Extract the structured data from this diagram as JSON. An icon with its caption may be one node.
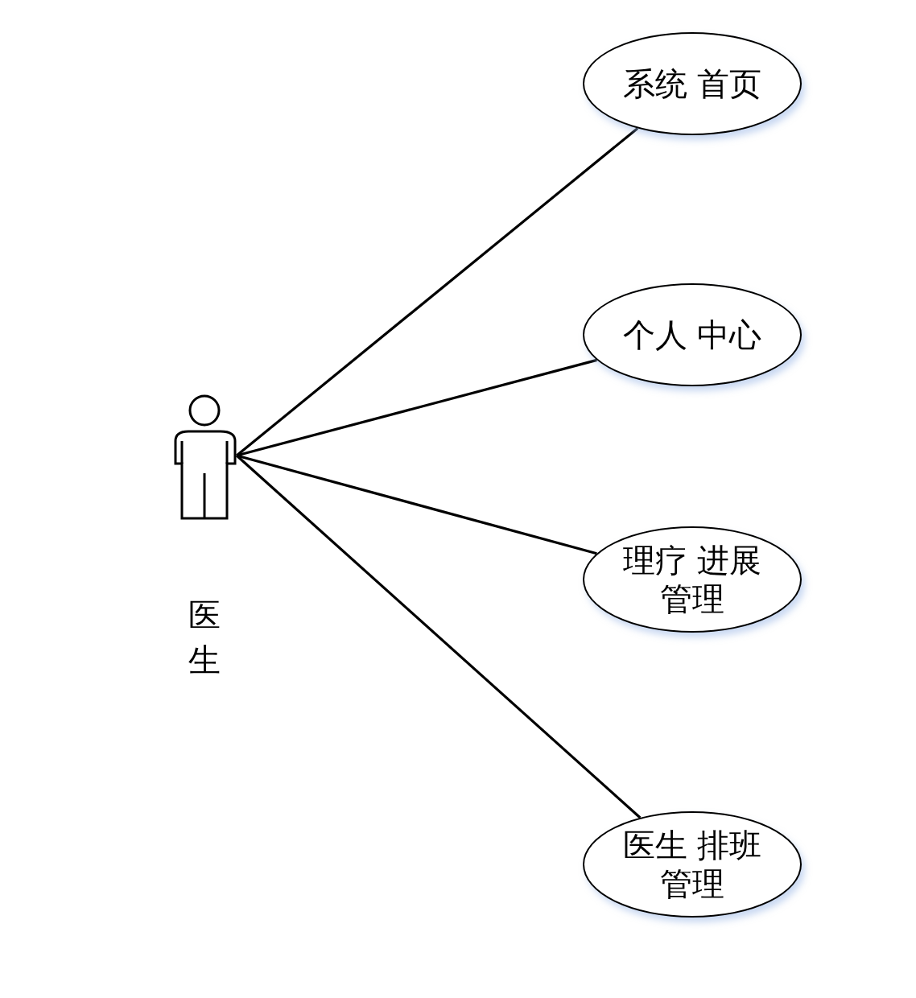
{
  "diagram": {
    "nodes": [
      {
        "text": [
          "医生"
        ]
      },
      {
        "text": [
          "系统 首页"
        ]
      },
      {
        "text": [
          "个人 中心"
        ]
      },
      {
        "text": [
          "理疗 进展管理"
        ]
      },
      {
        "text": [
          "医生 排班管理"
        ]
      }
    ],
    "edges": [
      {
        "from": 0,
        "to": 1,
        "arrow": "none"
      },
      {
        "from": 0,
        "to": 2,
        "arrow": "none"
      },
      {
        "from": 0,
        "to": 3,
        "arrow": "none"
      },
      {
        "from": 0,
        "to": 4,
        "arrow": "none"
      }
    ]
  }
}
